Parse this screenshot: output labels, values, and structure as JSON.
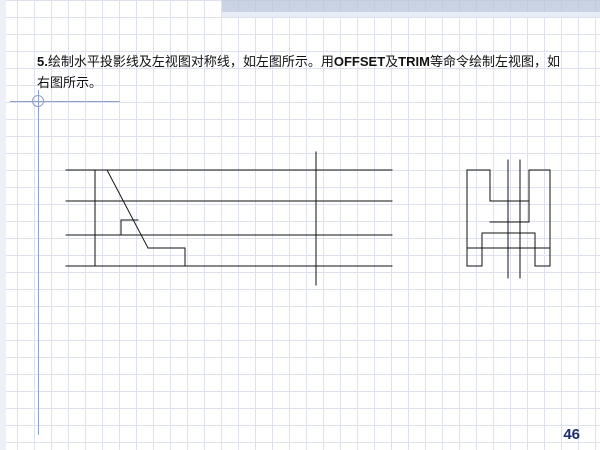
{
  "slide": {
    "instruction": {
      "number": "5.",
      "text_a": "绘制水平投影线及左视图对称线，如左图所示。用",
      "cmd_offset": "OFFSET",
      "joiner": "及",
      "cmd_trim": "TRIM",
      "text_b": "等命令绘制左视图，如右图所示。"
    },
    "page_number": "46"
  },
  "colors": {
    "grid": "#dde2ee",
    "drawing_line": "#111111",
    "decoration": "#8fa0c8",
    "page_number": "#1d2c6b"
  }
}
